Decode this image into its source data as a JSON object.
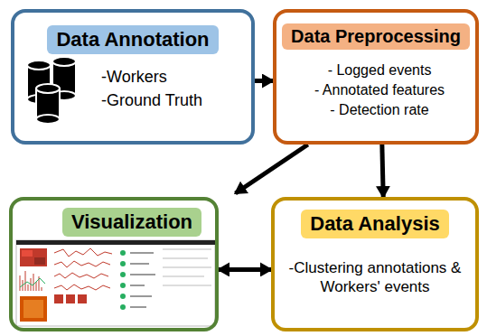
{
  "diagram": {
    "nodes": [
      {
        "text": [
          "Data Annotation",
          "-Workers",
          "-Ground Truth"
        ]
      },
      {
        "text": [
          "Data Preprocessing",
          "- Logged events",
          "- Annotated features",
          "- Detection rate"
        ]
      },
      {
        "text": [
          "Visualization"
        ]
      },
      {
        "text": [
          "Data Analysis",
          "-Clustering annotations & Workers' events"
        ]
      }
    ],
    "edges": [
      {
        "from": 0,
        "to": 1,
        "arrow": "to"
      },
      {
        "from": 1,
        "to": 2,
        "arrow": "to"
      },
      {
        "from": 1,
        "to": 3,
        "arrow": "to"
      },
      {
        "from": 2,
        "to": 3,
        "arrow": "both"
      }
    ]
  }
}
